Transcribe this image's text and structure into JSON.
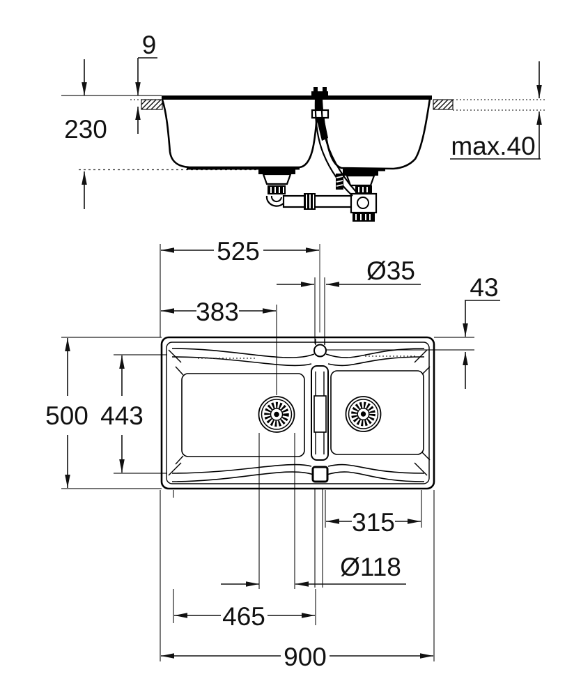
{
  "drawing": {
    "section_view": {
      "rim_height": "9",
      "bowl_depth": "230",
      "countertop_thickness": "max.40"
    },
    "plan_view": {
      "faucet_offset_x": "525",
      "faucet_hole_diameter": "Ø35",
      "faucet_offset_y": "43",
      "drain_offset_x": "383",
      "overall_depth": "500",
      "inner_depth": "443",
      "right_bowl_width": "315",
      "drain_diameter": "Ø118",
      "left_bowl_width": "465",
      "overall_width": "900"
    }
  }
}
